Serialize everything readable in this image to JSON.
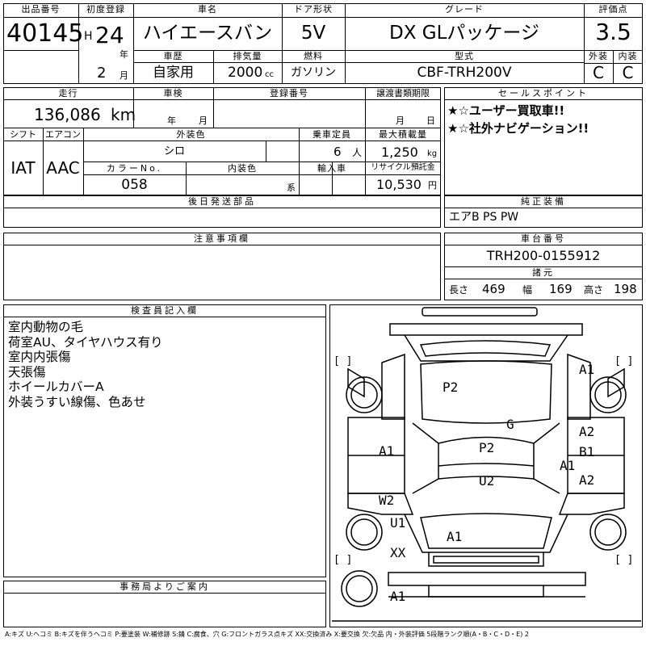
{
  "header_labels": {
    "lot_no": "出品番号",
    "first_reg": "初度登録",
    "car_name": "車名",
    "door": "ドア形状",
    "grade": "グレード",
    "score": "評価点",
    "history": "車歴",
    "displacement": "排気量",
    "fuel": "燃料",
    "model_code": "型式",
    "exterior": "外装",
    "interior": "内装"
  },
  "header": {
    "lot_no": "40145",
    "era": "H",
    "year": "24",
    "year_unit": "年",
    "month": "2",
    "month_unit": "月",
    "car_name": "ハイエースバン",
    "door": "5V",
    "grade": "DX GLパッケージ",
    "score": "3.5",
    "history": "自家用",
    "displacement": "2000",
    "displacement_unit": "cc",
    "fuel": "ガソリン",
    "model_code": "CBF-TRH200V",
    "exterior_grade": "C",
    "interior_grade": "C"
  },
  "spec_labels": {
    "mileage": "走行",
    "inspection": "車検",
    "reg_no": "登録番号",
    "transfer": "譲渡書類期限",
    "shift": "シフト",
    "aircon": "エアコン",
    "ext_color": "外装色",
    "capacity": "乗車定員",
    "max_load": "最大積載量",
    "color_no": "カラーNo.",
    "int_color": "内装色",
    "import": "輸入車",
    "recycle": "リサイクル預託金",
    "later_parts": "後日発送部品",
    "sales_point": "セールスポイント",
    "equipment": "純正装備",
    "notes": "注意事項欄",
    "chassis": "車台番号",
    "dims": "諸元",
    "inspector": "検査員記入欄",
    "office": "事務局よりご案内"
  },
  "spec": {
    "mileage": "136,086",
    "mileage_unit": "km",
    "insp_year_unit": "年",
    "insp_month_unit": "月",
    "transfer_month_unit": "月",
    "transfer_day_unit": "日",
    "shift": "IAT",
    "aircon": "AAC",
    "ext_color": "シロ",
    "capacity": "6",
    "capacity_unit": "人",
    "max_load": "1,250",
    "max_load_unit": "kg",
    "color_no": "058",
    "int_color_unit": "系",
    "recycle": "10,530",
    "recycle_unit": "円"
  },
  "sales_points": [
    "★☆ユーザー買取車!!",
    "★☆社外ナビゲーション!!"
  ],
  "equipment": "エアB PS PW",
  "chassis": "TRH200-0155912",
  "dims": {
    "length_label": "長さ",
    "length": "469",
    "width_label": "幅",
    "width": "169",
    "height_label": "高さ",
    "height": "198"
  },
  "inspector_notes": [
    "室内動物の毛",
    "荷室AU、タイヤハウス有り",
    "室内内張傷",
    "天張傷",
    "ホイールカバーA",
    "外装うすい線傷、色あせ"
  ],
  "diagram_marks": {
    "bracket_left_top": "[ ]",
    "bracket_right_top": "[ ]",
    "bracket_left_bottom": "[ ]",
    "bracket_right_bottom": "[ ]",
    "rf_wheel": "A1",
    "roof": "P2",
    "glass": "G",
    "left_side": "A1",
    "right_front_door": "A2",
    "right_door": "B1",
    "right_side": "A1",
    "roof_mid": "P2",
    "cargo": "U2",
    "right_rear": "A2",
    "left_rear": "W2",
    "lr_wheel": "U1",
    "rear_gate": "A1",
    "lr_corner": "XX",
    "spare": "A1"
  },
  "legend": "A:キズ U:ヘコミ B:キズを伴うヘコミ P:要塗装 W:補修跡 S:錆 C:腐食、穴 G:フロントガラス点キズ XX:交換済み X:要交換 欠:欠品 内・外装評価 5段階ランク順(A・B・C・D・E) 2"
}
